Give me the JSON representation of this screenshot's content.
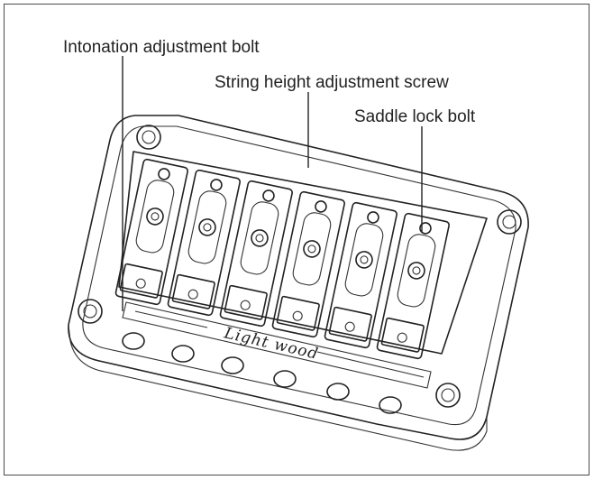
{
  "diagram": {
    "labels": {
      "intonation": "Intonation adjustment bolt",
      "string_height": "String height adjustment screw",
      "saddle_lock": "Saddle lock bolt"
    },
    "logo_text": "Light wood"
  }
}
